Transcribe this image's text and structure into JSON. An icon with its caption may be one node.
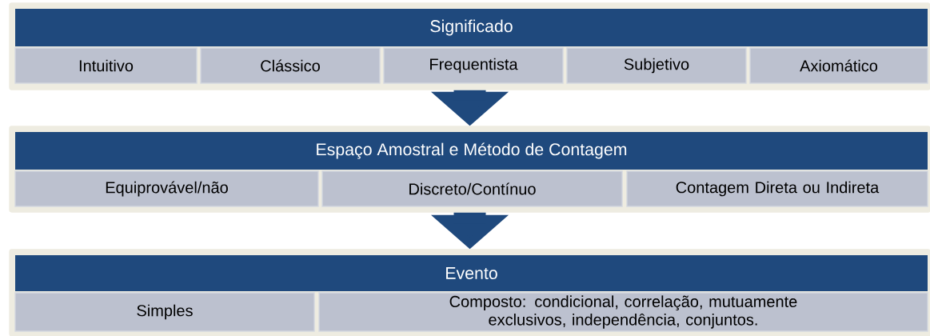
{
  "diagram": {
    "nodes": [
      {
        "text": [
          "Significado"
        ]
      },
      {
        "text": [
          "Intuitivo"
        ],
        "in": 0
      },
      {
        "text": [
          "Clássico"
        ],
        "in": 0
      },
      {
        "text": [
          "Frequentista"
        ],
        "in": 0
      },
      {
        "text": [
          "Subjetivo"
        ],
        "in": 0
      },
      {
        "text": [
          "Axiomático"
        ],
        "in": 0
      },
      {
        "text": [
          "Espaço Amostral e Método de Contagem"
        ]
      },
      {
        "text": [
          "Equiprovável/não"
        ],
        "in": 6
      },
      {
        "text": [
          "Discreto/Contínuo"
        ],
        "in": 6
      },
      {
        "text": [
          "Contagem Direta ou Indireta"
        ],
        "in": 6
      },
      {
        "text": [
          "Evento"
        ]
      },
      {
        "text": [
          "Simples"
        ],
        "in": 10
      },
      {
        "text": [
          "Composto: condicional, correlação, mutuamente exclusivos, independência, conjuntos."
        ],
        "in": 10
      }
    ],
    "edges": [
      {
        "from": 0,
        "to": 6,
        "arrow": "to"
      },
      {
        "from": 6,
        "to": 10,
        "arrow": "to"
      }
    ]
  }
}
